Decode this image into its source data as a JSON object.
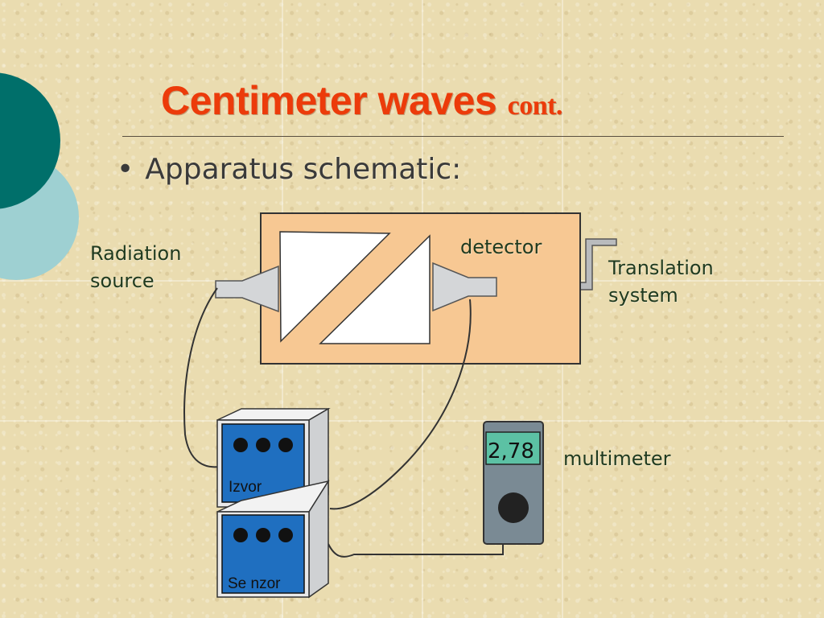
{
  "slide": {
    "title": "Centimeter waves",
    "title_suffix": "cont.",
    "bullet": "Apparatus schematic:"
  },
  "labels": {
    "radiation_source_line1": "Radiation",
    "radiation_source_line2": "source",
    "detector": "detector",
    "translation_line1": "Translation",
    "translation_line2": "system",
    "multimeter": "multimeter"
  },
  "devices": {
    "source_unit_label": "Izvor",
    "sensor_unit_label": "Se nzor",
    "multimeter_display": "2,78"
  },
  "colors": {
    "title": "#ec3b0a",
    "text": "#1f3a1f",
    "apparatus_box": "#f7c893",
    "unit_face": "#1f6fc0",
    "multimeter_body": "#7a8a94",
    "multimeter_display": "#5cc1a4",
    "deco_dark": "#006f6a",
    "deco_light": "#9ed0d2"
  }
}
